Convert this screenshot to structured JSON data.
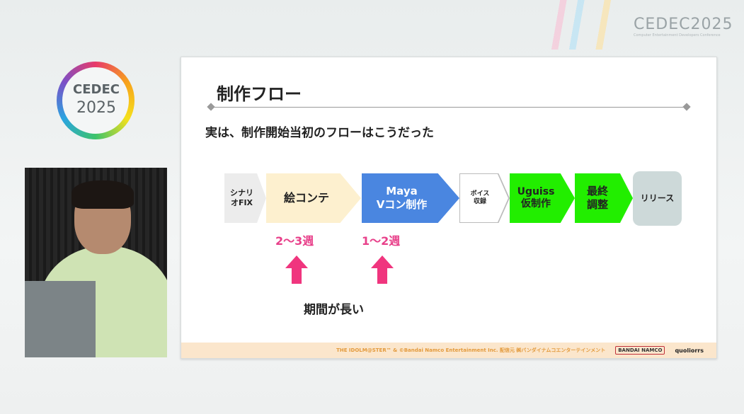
{
  "event": {
    "logo": "CEDEC",
    "year": "2025",
    "corner_logo": "CEDEC2025",
    "corner_sub": "Computer Entertainment Developers Conference"
  },
  "slide": {
    "title": "制作フロー",
    "subtitle": "実は、制作開始当初のフローはこうだった",
    "steps": [
      {
        "label": "シナリ\nオFIX",
        "color": "#ececec"
      },
      {
        "label": "絵コンテ",
        "color": "#fdf0cf"
      },
      {
        "label": "Maya\nVコン制作",
        "color": "#4a86e0"
      },
      {
        "label": "ボイス\n収録",
        "color": "#ffffff"
      },
      {
        "label": "Uguiss\n仮制作",
        "color": "#22ee00"
      },
      {
        "label": "最終\n調整",
        "color": "#22ee00"
      },
      {
        "label": "リリース",
        "color": "#cdd9d9"
      }
    ],
    "durations": [
      "2〜3週",
      "1〜2週"
    ],
    "note": "期間が長い",
    "footer": {
      "copyright": "THE IDOLM@STER™ & ©Bandai Namco Entertainment Inc.  配信元 ㈱バンダイナムコエンターテインメント",
      "brand1": "BANDAI NAMCO",
      "brand2": "quoliorrs"
    }
  }
}
